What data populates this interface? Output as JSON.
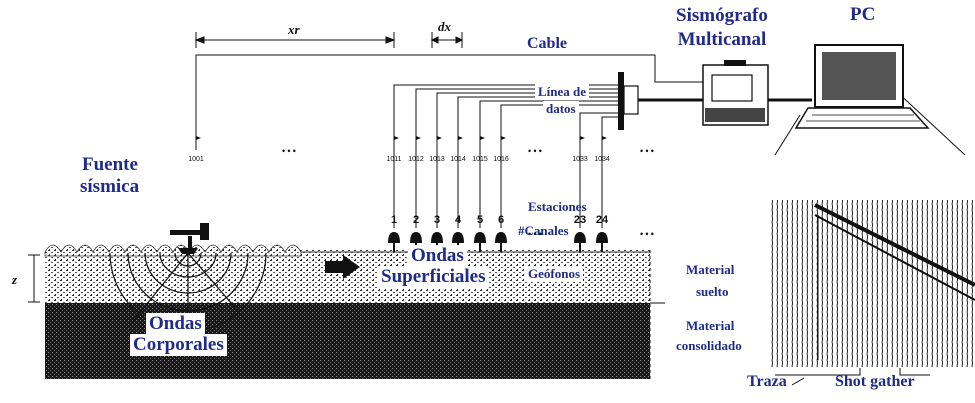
{
  "labels": {
    "sismografo": "Sismógrafo\nMulticanal",
    "pc": "PC",
    "cable": "Cable",
    "linea_datos_1": "Línea de",
    "linea_datos_2": "datos",
    "fuente_1": "Fuente",
    "fuente_2": "sísmica",
    "estaciones": "Estaciones",
    "canales": "#Canales",
    "geofonos": "Geófonos",
    "ondas_sup_1": "Ondas",
    "ondas_sup_2": "Superficiales",
    "ondas_corp_1": "Ondas",
    "ondas_corp_2": "Corporales",
    "material_suelto_1": "Material",
    "material_suelto_2": "suelto",
    "material_consolidado_1": "Material",
    "material_consolidado_2": "consolidado",
    "traza": "Traza",
    "shot_gather": "Shot gather",
    "xr": "xr",
    "dx": "dx",
    "z": "z",
    "dots": "• • •"
  },
  "stations": [
    "1001",
    "1011",
    "1012",
    "1013",
    "1014",
    "1015",
    "1016",
    "1033",
    "1034"
  ],
  "channels": [
    "1",
    "2",
    "3",
    "4",
    "5",
    "6",
    "23",
    "24"
  ],
  "colors": {
    "label_blue": "#1f2a8a",
    "line": "#111111",
    "soil_loose": "#4a4a4a",
    "soil_consolidated": "#111111"
  }
}
